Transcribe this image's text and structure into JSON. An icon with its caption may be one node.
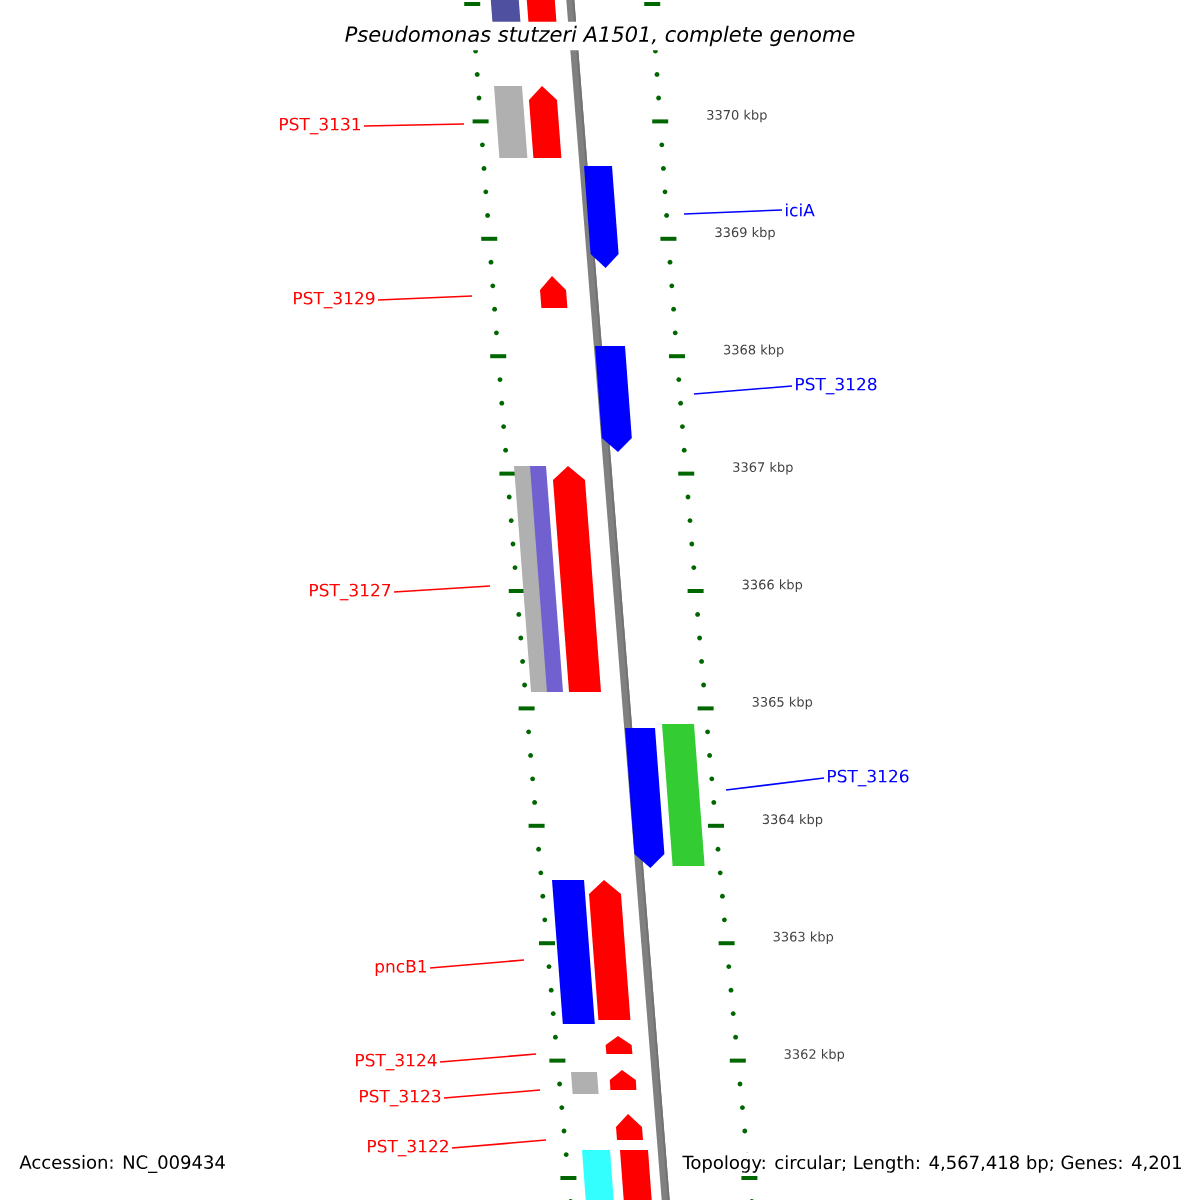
{
  "diagram": {
    "title": "Pseudomonas stutzeri A1501, complete genome",
    "nodes": [
      {
        "text": [
          "PST_3131"
        ]
      },
      {
        "text": [
          "iciA"
        ]
      },
      {
        "text": [
          "PST_3129"
        ]
      },
      {
        "text": [
          "PST_3128"
        ]
      },
      {
        "text": [
          "PST_3127"
        ]
      },
      {
        "text": [
          "PST_3126"
        ]
      },
      {
        "text": [
          "pncB1"
        ]
      },
      {
        "text": [
          "PST_3124"
        ]
      },
      {
        "text": [
          "PST_3123"
        ]
      },
      {
        "text": [
          "PST_3122"
        ]
      }
    ],
    "edges": [
      {
        "from": 0,
        "to": null,
        "arrow": "none"
      },
      {
        "from": 1,
        "to": null,
        "arrow": "none",
        "color": "#0000ff"
      },
      {
        "from": 2,
        "to": null,
        "arrow": "none"
      },
      {
        "from": 3,
        "to": null,
        "arrow": "none",
        "color": "#0000ff"
      },
      {
        "from": 4,
        "to": null,
        "arrow": "none"
      },
      {
        "from": 5,
        "to": null,
        "arrow": "none",
        "color": "#0000ff"
      },
      {
        "from": 6,
        "to": null,
        "arrow": "none"
      },
      {
        "from": 7,
        "to": null,
        "arrow": "none"
      },
      {
        "from": 8,
        "to": null,
        "arrow": "none"
      },
      {
        "from": 9,
        "to": null,
        "arrow": "none"
      }
    ],
    "labels": [
      "3370 kbp",
      "3369 kbp",
      "3368 kbp",
      "3367 kbp",
      "3366 kbp",
      "3365 kbp",
      "3364 kbp",
      "3363 kbp",
      "3362 kbp",
      "Accession: NC_009434",
      "Topology: circular; Length: 4,567,418 bp; Genes: 4,201"
    ]
  }
}
